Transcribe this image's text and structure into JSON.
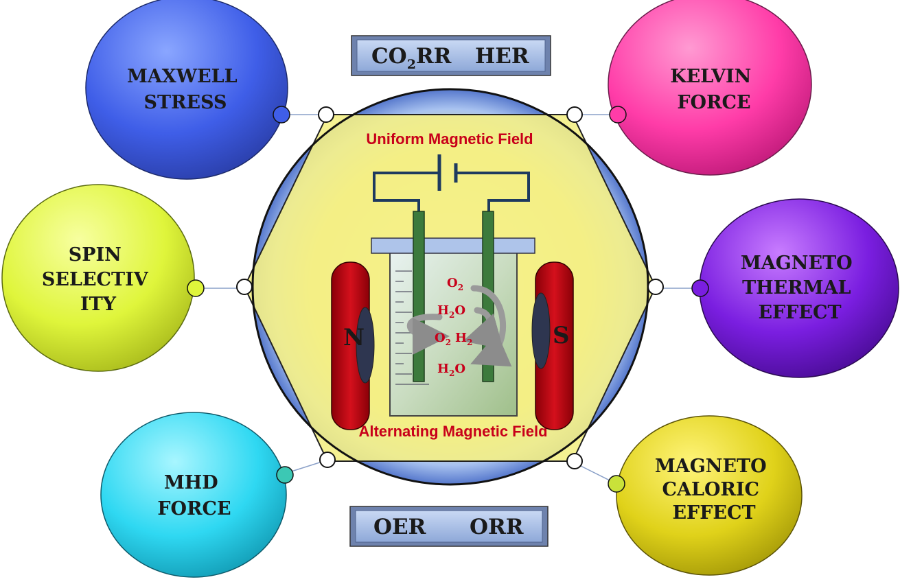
{
  "center": {
    "top_box": {
      "part1": "CO",
      "sub": "2",
      "part2": "RR",
      "part3": "HER"
    },
    "bottom_box": {
      "left": "OER",
      "right": "ORR"
    },
    "uniform_field": "Uniform Magnetic Field",
    "alternating_field": "Alternating Magnetic Field",
    "magnet_n": "N",
    "magnet_s": "S",
    "species": [
      {
        "base": "O",
        "sub": "2",
        "tail": ""
      },
      {
        "base": "H",
        "sub": "2",
        "tail": "O"
      },
      {
        "base": "O",
        "sub": "2",
        "tail": "",
        "base2": "H",
        "sub2": "2"
      },
      {
        "base": "H",
        "sub": "2",
        "tail": "O"
      }
    ]
  },
  "effects": [
    {
      "id": "maxwell",
      "lines": [
        "MAXWELL",
        "STRESS"
      ],
      "color": "#3f5ee8"
    },
    {
      "id": "kelvin",
      "lines": [
        "KELVIN",
        "FORCE"
      ],
      "color": "#ff3ca8"
    },
    {
      "id": "spin",
      "lines": [
        "SPIN",
        "SELECTIV",
        "ITY"
      ],
      "color": "#dff53b"
    },
    {
      "id": "magneto-thermal",
      "lines": [
        "MAGNETO",
        "THERMAL",
        "EFFECT"
      ],
      "color": "#7a1ee0"
    },
    {
      "id": "mhd",
      "lines": [
        "MHD",
        "FORCE"
      ],
      "color": "#2fd8f2"
    },
    {
      "id": "magneto-caloric",
      "lines": [
        "MAGNETO",
        "CALORIC",
        "EFFECT"
      ],
      "color": "#e0d21a"
    }
  ]
}
